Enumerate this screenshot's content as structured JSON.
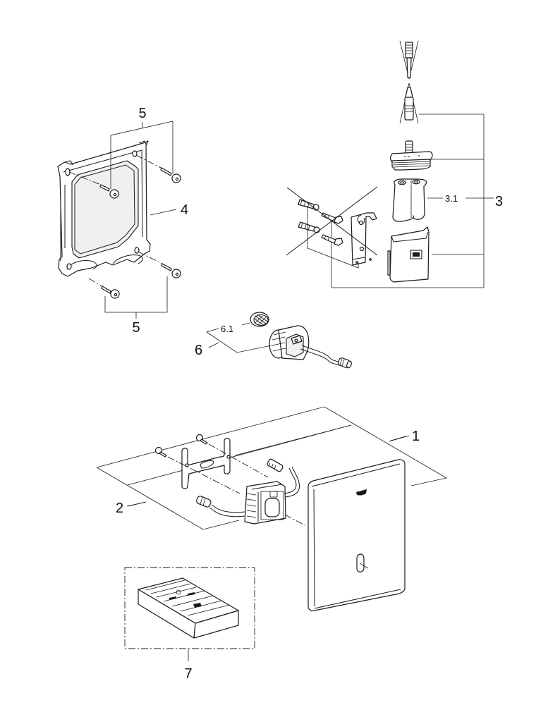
{
  "diagram": {
    "type": "exploded-parts-drawing",
    "colors": {
      "line": "#1a1a1a",
      "background": "#ffffff"
    },
    "callouts": [
      {
        "id": "1",
        "label": "1",
        "part": "cover-plate-with-sensor"
      },
      {
        "id": "2",
        "label": "2",
        "part": "electronic-module-with-mounting-bracket"
      },
      {
        "id": "3",
        "label": "3",
        "part": "battery-box-set"
      },
      {
        "id": "3.1",
        "label": "3.1",
        "part": "battery"
      },
      {
        "id": "4",
        "label": "4",
        "part": "mounting-frame"
      },
      {
        "id": "5a",
        "label": "5",
        "part": "frame-screws-top"
      },
      {
        "id": "5b",
        "label": "5",
        "part": "frame-screws-bottom"
      },
      {
        "id": "6",
        "label": "6",
        "part": "solenoid-valve"
      },
      {
        "id": "6.1",
        "label": "6.1",
        "part": "filter-screen"
      },
      {
        "id": "7",
        "label": "7",
        "part": "remote-control"
      }
    ]
  }
}
